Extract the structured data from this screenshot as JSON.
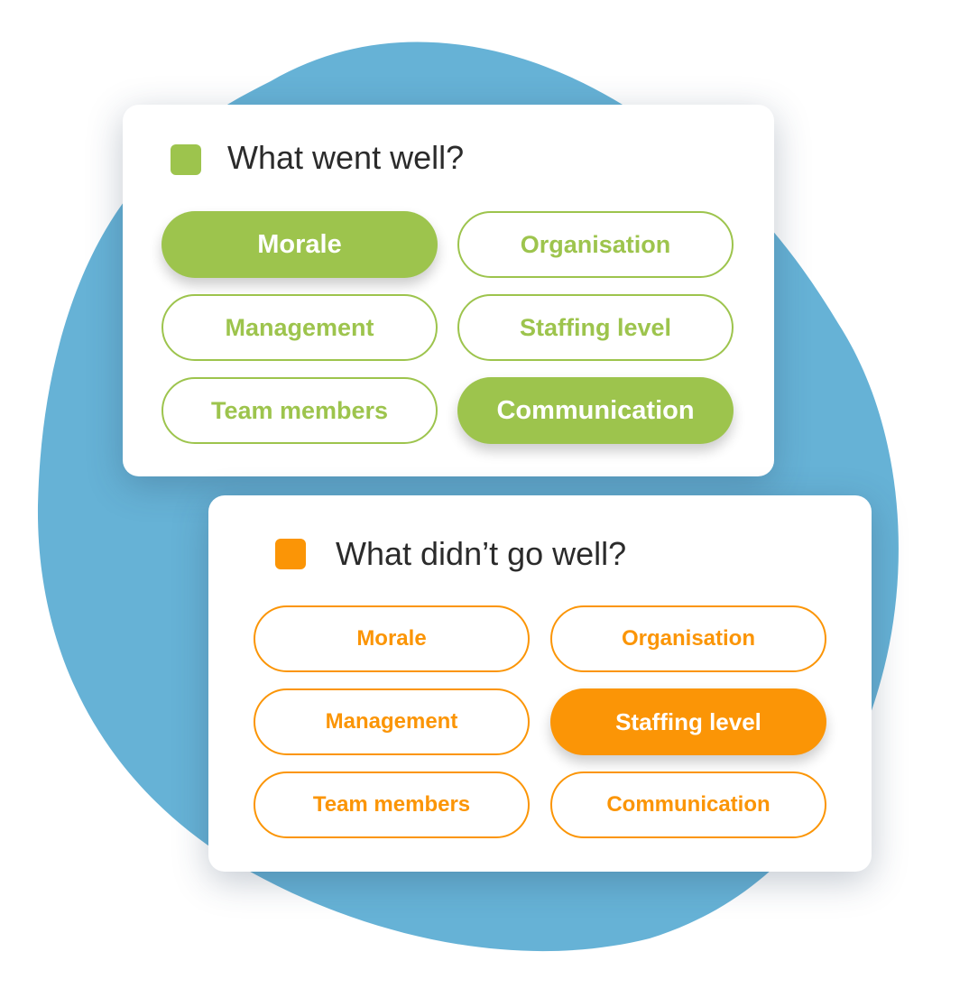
{
  "colors": {
    "blob": "#66b2d6",
    "green": "#9dc44d",
    "orange": "#fb9506"
  },
  "went_well": {
    "title": "What went well?",
    "options": [
      {
        "label": "Morale",
        "selected": true
      },
      {
        "label": "Organisation",
        "selected": false
      },
      {
        "label": "Management",
        "selected": false
      },
      {
        "label": "Staffing level",
        "selected": false
      },
      {
        "label": "Team members",
        "selected": false
      },
      {
        "label": "Communication",
        "selected": true
      }
    ]
  },
  "didnt_go_well": {
    "title": "What didn’t go well?",
    "options": [
      {
        "label": "Morale",
        "selected": false
      },
      {
        "label": "Organisation",
        "selected": false
      },
      {
        "label": "Management",
        "selected": false
      },
      {
        "label": "Staffing level",
        "selected": true
      },
      {
        "label": "Team members",
        "selected": false
      },
      {
        "label": "Communication",
        "selected": false
      }
    ]
  }
}
